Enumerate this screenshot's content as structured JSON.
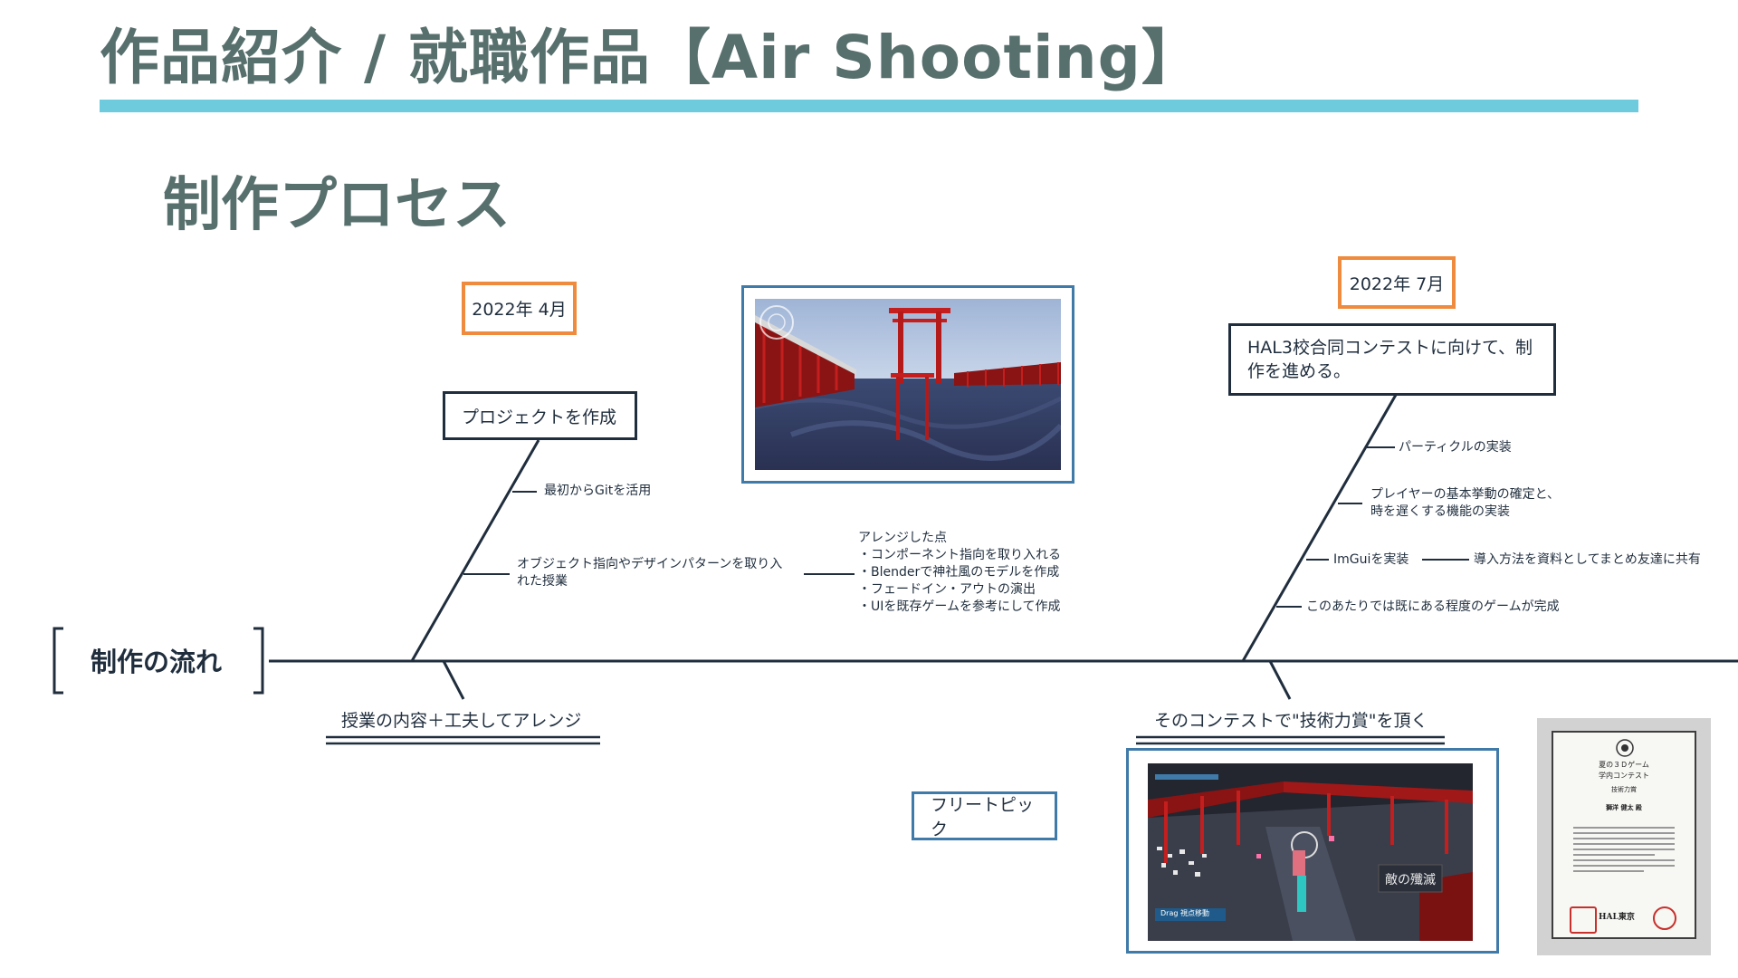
{
  "header": {
    "title": "作品紹介 / 就職作品【Air Shooting】",
    "subtitle": "制作プロセス",
    "accent_color": "#6ecbdd",
    "title_color": "#58706d"
  },
  "flow": {
    "main_label": "制作の流れ",
    "date_april": "2022年 4月",
    "date_july": "2022年 7月",
    "box_project": "プロジェクトを作成",
    "note_git": "最初からGitを活用",
    "note_oop": "オブジェクト指向やデザインパターンを取り入\nれた授業",
    "arrange_notes": "アレンジした点\n・コンポーネント指向を取り入れる\n・Blenderで神社風のモデルを作成\n・フェードイン・アウトの演出\n・UIを既存ゲームを参考にして作成",
    "lower_left": "授業の内容＋工夫してアレンジ",
    "box_contest": "HAL3校合同コンテストに向けて、制\n作を進める。",
    "note_particle": "パーティクルの実装",
    "note_player": "プレイヤーの基本挙動の確定と、\n時を遅くする機能の実装",
    "note_imgui": "ImGuiを実装",
    "note_share": "導入方法を資料としてまとめ友達に共有",
    "note_complete": "このあたりでは既にある程度のゲームが完成",
    "lower_right": "そのコンテストで\"技術力賞\"を頂く",
    "free_topic": "フリートピック"
  },
  "screenshot2": {
    "hud_text": "Drag 視点移動",
    "enemy_text": "敵の殲滅"
  },
  "certificate": {
    "title1": "夏の３Ｄゲーム",
    "title2": "学内コンテスト",
    "award": "技術力賞",
    "name": "獅洋 健太 殿",
    "school": "HAL東京"
  }
}
